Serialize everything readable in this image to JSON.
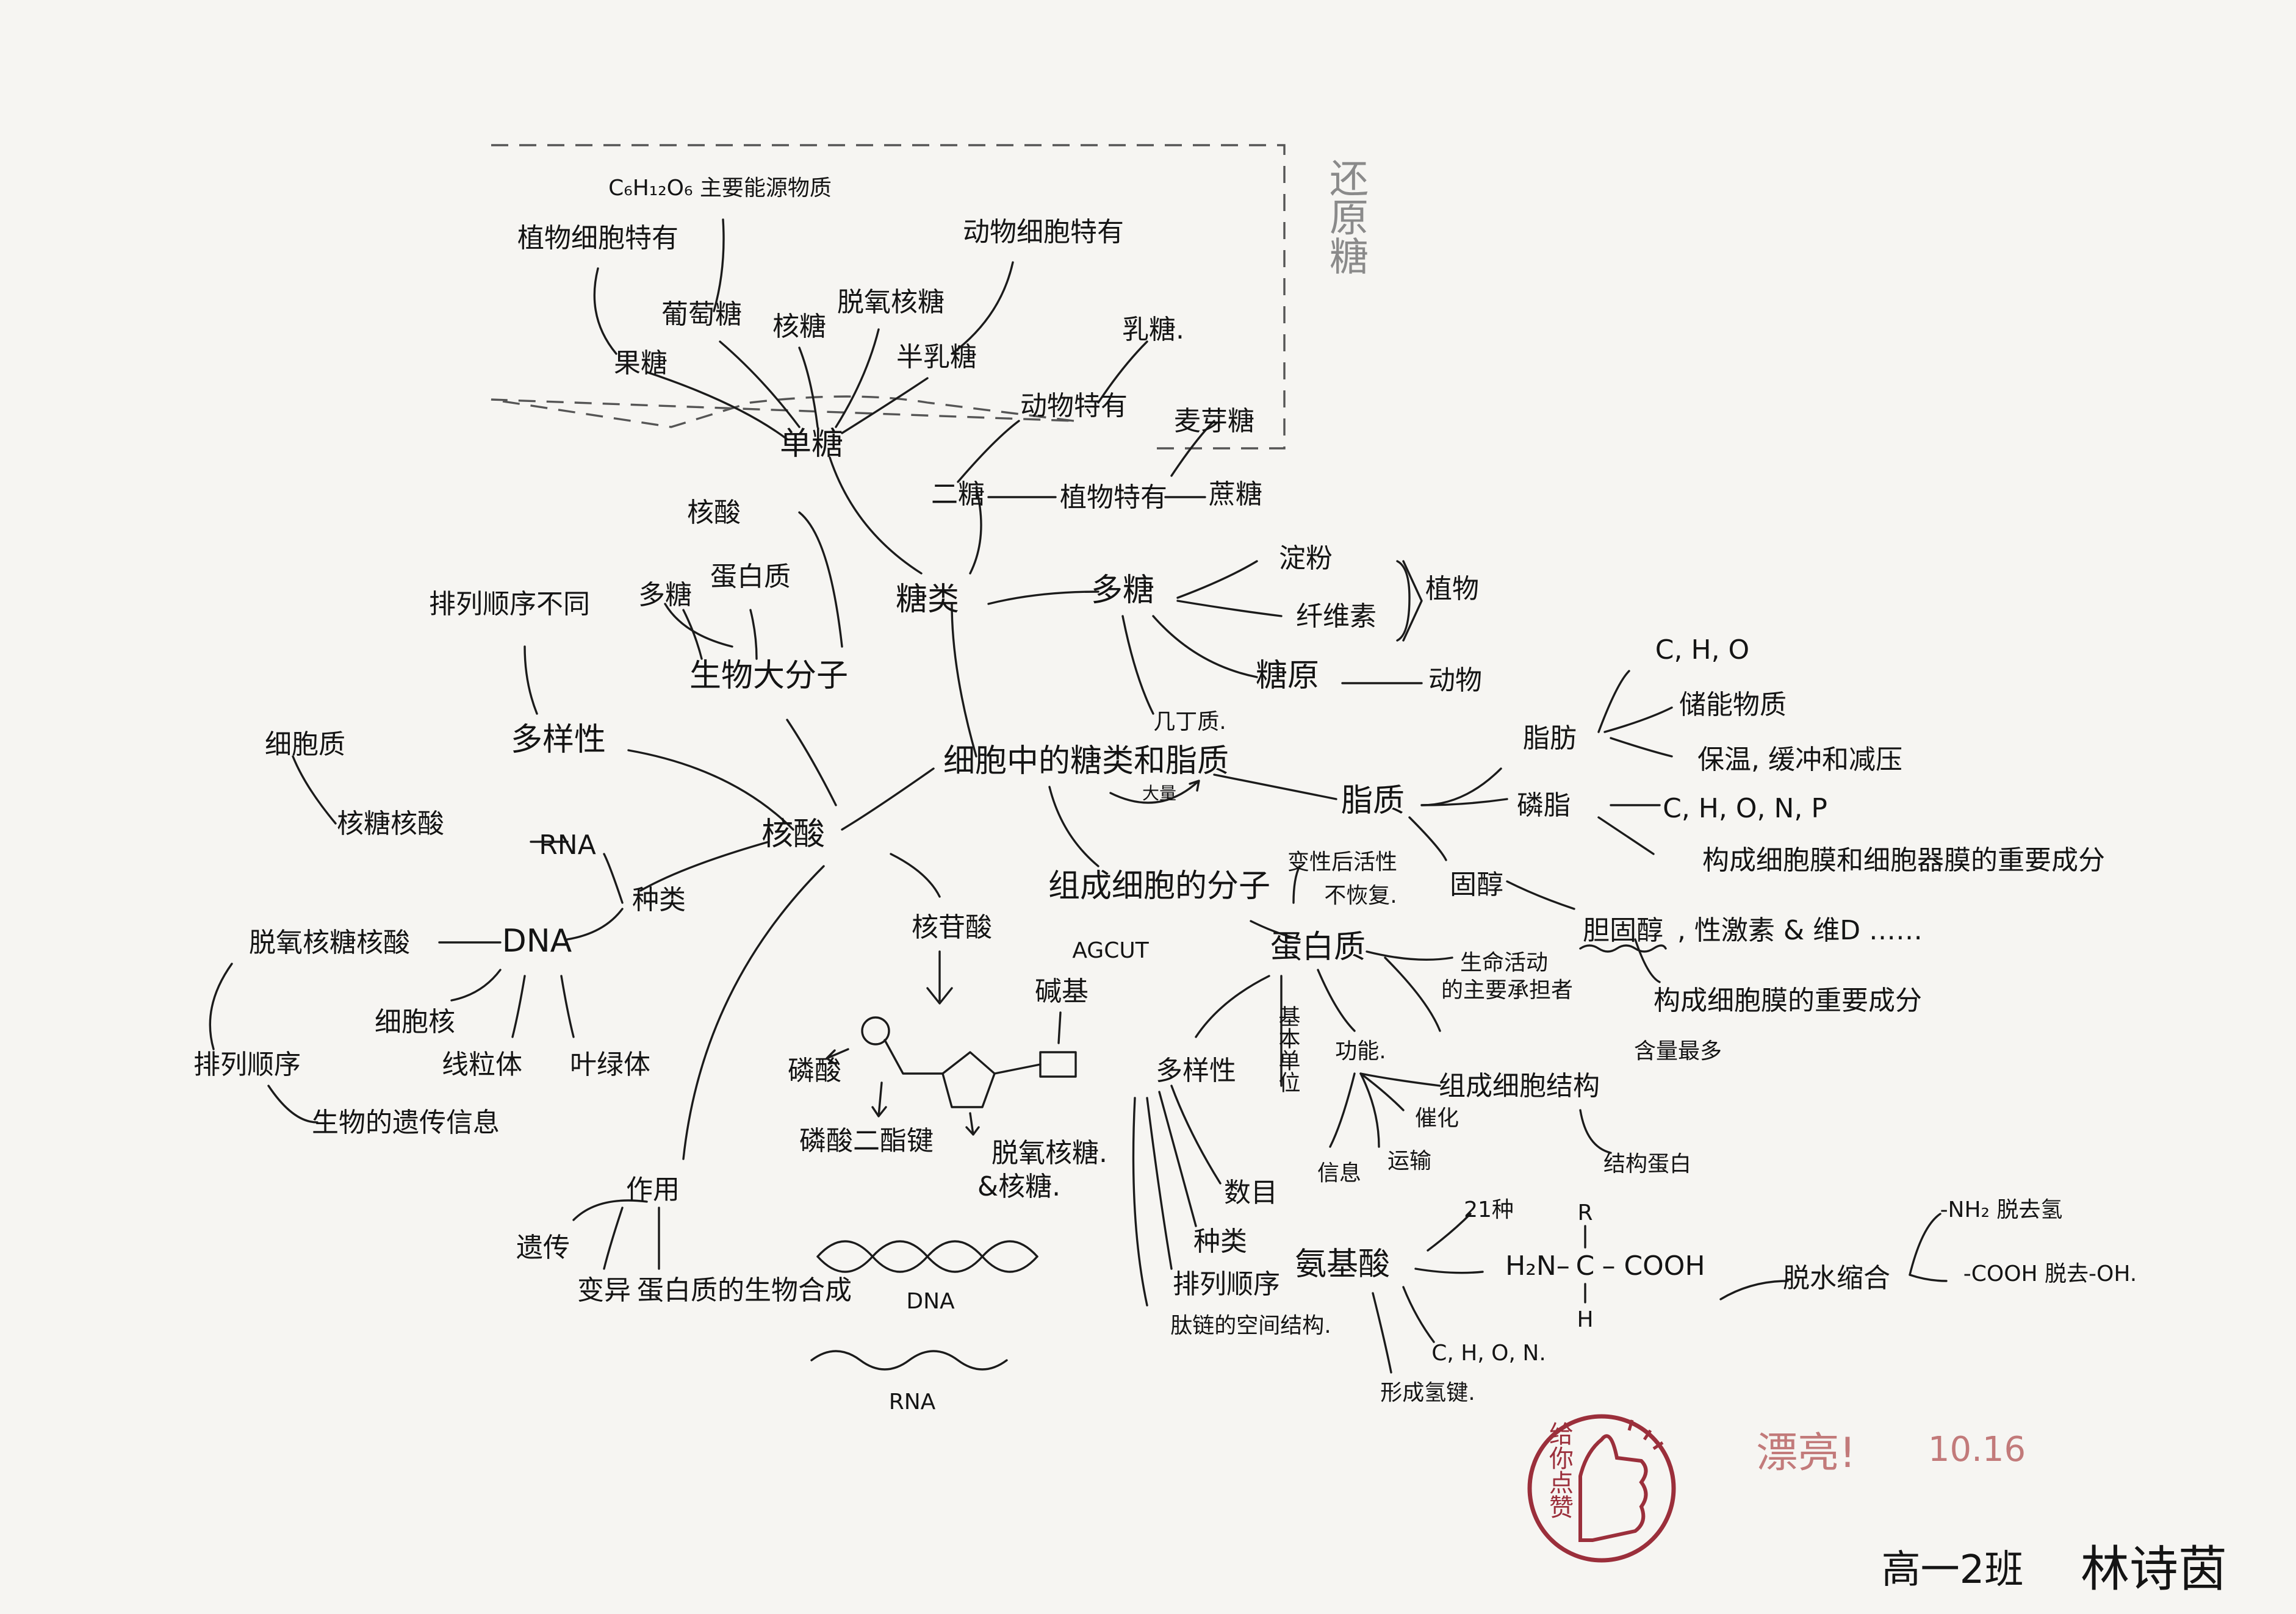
{
  "reducing_sugar_box": {
    "label": "还原糖"
  },
  "center": {
    "title": "细胞中的糖类和脂质",
    "note": "大量"
  },
  "sugars": {
    "label": "糖类",
    "mono": {
      "label": "单糖",
      "glucose_formula": "C₆H₁₂O₆ 主要能源物质",
      "plant_only": "植物细胞特有",
      "animal_only": "动物细胞特有",
      "items": [
        "果糖",
        "葡萄糖",
        "核糖",
        "脱氧核糖",
        "半乳糖"
      ]
    },
    "di": {
      "label": "二糖",
      "animal": "动物特有",
      "lactose": "乳糖.",
      "plant": "植物特有",
      "maltose": "麦芽糖",
      "sucrose": "蔗糖"
    },
    "poly": {
      "label": "多糖",
      "starch": "淀粉",
      "cellulose": "纤维素",
      "plant": "植物",
      "glycogen": "糖原",
      "animal": "动物",
      "note": "几丁质."
    }
  },
  "macromolecules": {
    "label": "生物大分子",
    "items": [
      "核酸",
      "多糖",
      "蛋白质"
    ]
  },
  "diversity": {
    "label": "多样性",
    "reason": "排列顺序不同"
  },
  "nucleic": {
    "label": "核酸",
    "kinds": "种类",
    "rna": "RNA",
    "rna_full": "核糖核酸",
    "cytoplasm": "细胞质",
    "dna": "DNA",
    "dna_full": "脱氧核糖核酸",
    "nucleus": "细胞核",
    "mito": "线粒体",
    "chloro": "叶绿体",
    "order": "排列顺序",
    "genetic_info": "生物的遗传信息",
    "nucleotide": "核苷酸",
    "bases_letters": "AGCUT",
    "base": "碱基",
    "phosphate": "磷酸",
    "diester": "磷酸二酯键",
    "sugars": "脱氧核糖.",
    "sugars2": "&核糖.",
    "function": "作用",
    "heredity": "遗传",
    "variation": "变异",
    "protein_synthesis": "蛋白质的生物合成",
    "dna_label": "DNA",
    "rna_label": "RNA"
  },
  "molecules": {
    "label": "组成细胞的分子"
  },
  "protein": {
    "label": "蛋白质",
    "denature": "变性后活性",
    "denature2": "不恢复.",
    "life_main": "生命活动",
    "life_main2": "的主要承担者",
    "most": "含量最多",
    "functions": "功能.",
    "structure": "组成细胞结构",
    "structural_protein": "结构蛋白",
    "catalysis": "催化",
    "transport": "运输",
    "info": "信息",
    "diversity": "多样性",
    "number": "数目",
    "kind": "种类",
    "order": "排列顺序",
    "peptide": "肽链的空间结构.",
    "unit": "基本单位",
    "amino": "氨基酸",
    "types21": "21种",
    "elements": "C, H, O, N.",
    "hbond": "形成氢键.",
    "formula_left": "H₂N–",
    "formula_c": "C",
    "formula_r": "R",
    "formula_h": "H",
    "formula_right": "– COOH",
    "dehydration": "脱水缩合",
    "nh2": "-NH₂ 脱去氢",
    "cooh": "-COOH 脱去-OH."
  },
  "lipids": {
    "label": "脂质",
    "fat": "脂肪",
    "fat_elements": "C, H, O",
    "fat_storage": "储能物质",
    "fat_protect": "保温, 缓冲和减压",
    "phospho": "磷脂",
    "phospho_elements": "C, H, O, N, P",
    "phospho_role": "构成细胞膜和细胞器膜的重要成分",
    "sterol": "固醇",
    "cholesterol": "胆固醇",
    "others": ", 性激素 & 维D ……",
    "chol_role": "构成细胞膜的重要成分"
  },
  "comment": {
    "text": "漂亮!",
    "date": "10.16"
  },
  "stamp": {
    "text": "给你点赞"
  },
  "footer": {
    "class_name": "高一2班",
    "student": "林诗茵"
  }
}
